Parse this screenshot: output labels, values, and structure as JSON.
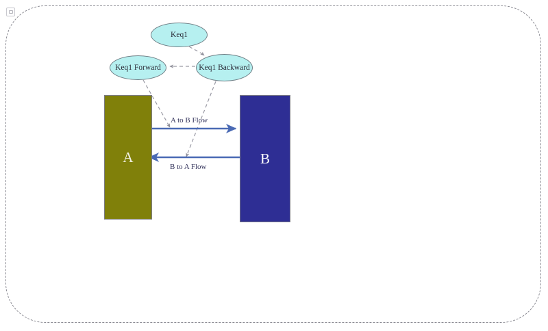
{
  "diagram": {
    "boundary": {
      "name": "model-compartment-boundary",
      "badge_icon": "window-badge-icon"
    },
    "compartments": [
      {
        "id": "a",
        "label": "A",
        "color": "#80800a"
      },
      {
        "id": "b",
        "label": "B",
        "color": "#2e2e94"
      }
    ],
    "parameter_nodes": [
      {
        "id": "keq1",
        "label": "Keq1",
        "color": "#b6f0f0"
      },
      {
        "id": "keq1_forward",
        "label": "Keq1 Forward",
        "color": "#b6f0f0"
      },
      {
        "id": "keq1_backward",
        "label": "Keq1 Backward",
        "color": "#b6f0f0"
      }
    ],
    "flows": [
      {
        "id": "a_to_b",
        "label": "A to B Flow",
        "color": "#4a6ab4"
      },
      {
        "id": "b_to_a",
        "label": "B to A Flow",
        "color": "#4a6ab4"
      }
    ],
    "connectors": [
      {
        "from": "keq1",
        "to": "keq1_backward",
        "style": "dashed"
      },
      {
        "from": "keq1_backward",
        "to": "keq1_forward",
        "style": "dashed"
      },
      {
        "from": "keq1_forward",
        "to": "a_to_b",
        "style": "dashed"
      },
      {
        "from": "keq1_backward",
        "to": "b_to_a",
        "style": "dashed"
      }
    ],
    "colors": {
      "connector": "#9a9aa4",
      "flow_arrow": "#4a6ab4",
      "boundary": "#8a8a92",
      "canvas": "#ffffff"
    }
  }
}
